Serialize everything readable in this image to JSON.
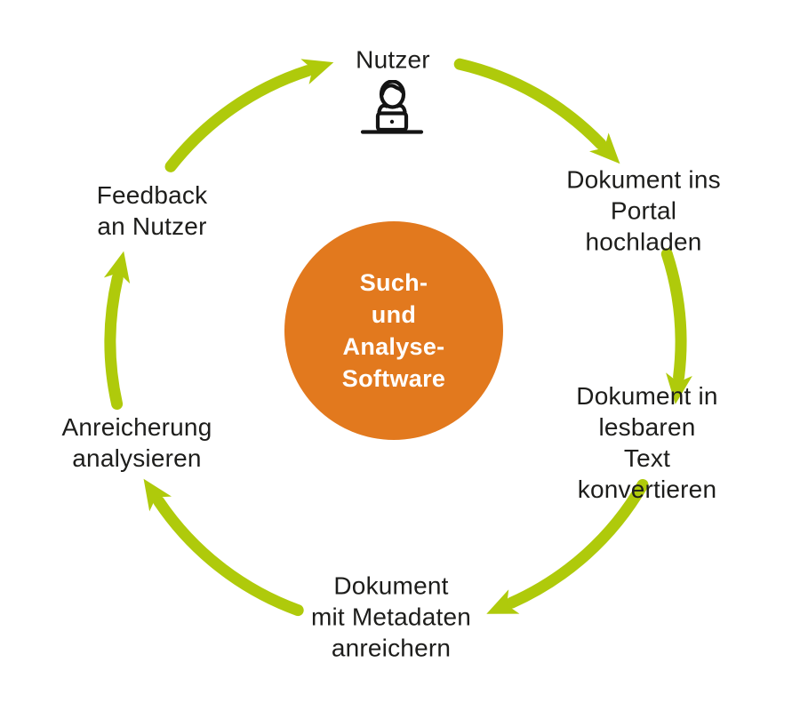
{
  "colors": {
    "background": "#ffffff",
    "arrow": "#afca0b",
    "center_circle": "#e2791e",
    "center_text": "#ffffff",
    "label_text": "#1d1d1b",
    "icon": "#141414"
  },
  "center": {
    "label": "Such-\nund\nAnalyse-\nSoftware"
  },
  "steps": [
    {
      "name": "nutzer",
      "label": "Nutzer"
    },
    {
      "name": "dokument-ins-portal-hochladen",
      "label": "Dokument ins\nPortal hochladen"
    },
    {
      "name": "dokument-in-lesbaren-text-konvertieren",
      "label": "Dokument in lesbaren\nText konvertieren"
    },
    {
      "name": "dokument-mit-metadaten-anreichern",
      "label": "Dokument\nmit Metadaten\nanreichern"
    },
    {
      "name": "anreicherung-analysieren",
      "label": "Anreicherung\nanalysieren"
    },
    {
      "name": "feedback-an-nutzer",
      "label": "Feedback\nan Nutzer"
    }
  ],
  "icon": {
    "name": "user-at-laptop-icon"
  }
}
